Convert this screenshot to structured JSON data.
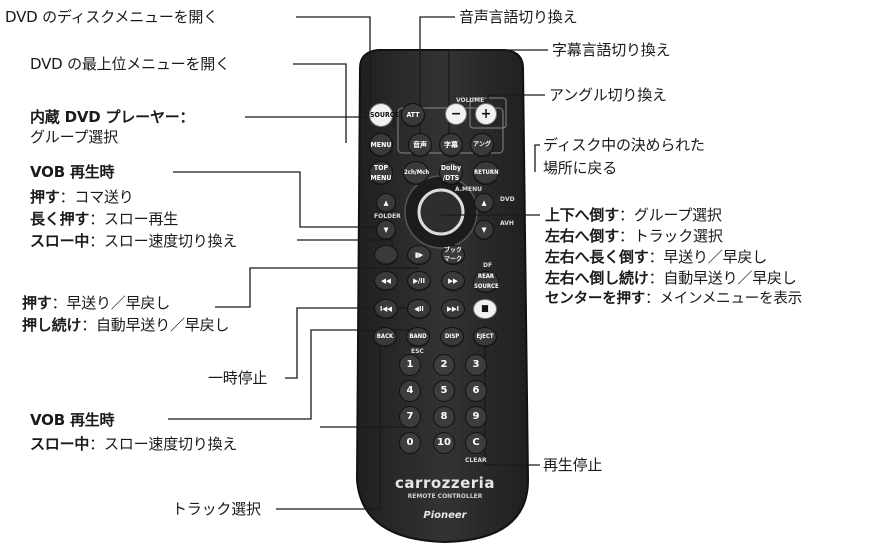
{
  "labels": {
    "dvd_disc_menu": "DVD のディスクメニューを開く",
    "dvd_top_menu": "DVD の最上位メニューを開く",
    "internal_dvd_player": "内蔵 DVD プレーヤー：",
    "group_select": "グループ選択",
    "vob_playback_1": "VOB 再生時",
    "press_label": "押す",
    "press_text": "：コマ送り",
    "long_press_label": "長く押す",
    "long_press_text": "：スロー再生",
    "slow_mid_label": "スロー中",
    "slow_speed_text": "：スロー速度切り換え",
    "ff_press_label": "押す",
    "ff_press_text": "：早送り／早戻し",
    "ff_hold_label": "押し続け",
    "ff_hold_text": "：自動早送り／早戻し",
    "pause": "一時停止",
    "vob_playback_2": "VOB 再生時",
    "slow_mid_label_2": "スロー中",
    "slow_speed_text_2": "：スロー速度切り換え",
    "track_select": "トラック選択",
    "audio_lang": "音声言語切り換え",
    "subtitle_lang": "字幕言語切り換え",
    "angle": "アングル切り換え",
    "return_line1": "ディスク中の決められた",
    "return_line2": "場所に戻る",
    "joy_up_label": "上下へ倒す",
    "joy_up_text": "：グループ選択",
    "joy_lr_label": "左右へ倒す",
    "joy_lr_text": "：トラック選択",
    "joy_lr_long_label": "左右へ長く倒す",
    "joy_lr_long_text": "：早送り／早戻し",
    "joy_lr_hold_label": "左右へ倒し続け",
    "joy_lr_hold_text": "：自動早送り／早戻し",
    "center_label": "センターを押す",
    "center_text": "：メインメニューを表示",
    "play_stop": "再生停止"
  },
  "remote": {
    "source": "SOURCE",
    "att": "ATT",
    "volume": "VOLUME",
    "minus": "−",
    "plus": "+",
    "menu": "MENU",
    "audio": "音声",
    "subtitle": "字幕",
    "angle": "アングル",
    "top_menu": "TOP MENU",
    "ch": "2ch/Mch",
    "dolby": "Dolby /DTS",
    "return": "RETURN",
    "a_menu": "A.MENU",
    "folder": "FOLDER",
    "dvd": "DVD",
    "avh": "AVH",
    "up": "▲",
    "down": "▼",
    "frame": "▮▶",
    "bookmark": "ブック マーク",
    "df": "DF",
    "rew": "◀◀",
    "play_pause": "▶/II",
    "ff": "▶▶",
    "rear_source": "REAR SOURCE",
    "prev": "I◀◀",
    "slow_back": "◀II",
    "next": "▶▶I",
    "stop": "■",
    "back": "BACK",
    "band": "BAND",
    "disp": "DISP",
    "eject": "EJECT",
    "esc": "ESC",
    "n1": "1",
    "n2": "2",
    "n3": "3",
    "n4": "4",
    "n5": "5",
    "n6": "6",
    "n7": "7",
    "n8": "8",
    "n9": "9",
    "n0": "0",
    "n10": "10",
    "nc": "C",
    "clear": "CLEAR",
    "brand": "carrozzeria",
    "remote_controller": "REMOTE CONTROLLER",
    "pioneer": "Pioneer"
  },
  "colors": {
    "body": "#2b2b2b",
    "line": "#1a1a1a",
    "button": "#3a3a3a"
  }
}
